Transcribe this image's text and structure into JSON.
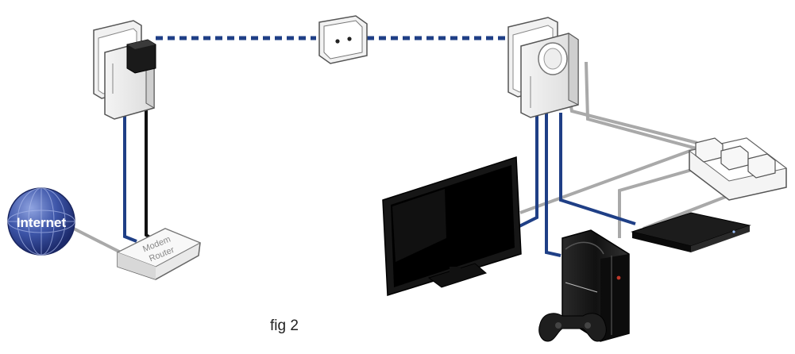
{
  "labels": {
    "internet": "Internet",
    "router_line1": "Modem",
    "router_line2": "Router",
    "caption": "fig 2"
  },
  "colors": {
    "ethernet_blue": "#1f3f86",
    "power_cable_grey": "#a9a9a9",
    "dashed_powerline": "#1f3f86",
    "globe_blue": "#2c3e8c"
  }
}
